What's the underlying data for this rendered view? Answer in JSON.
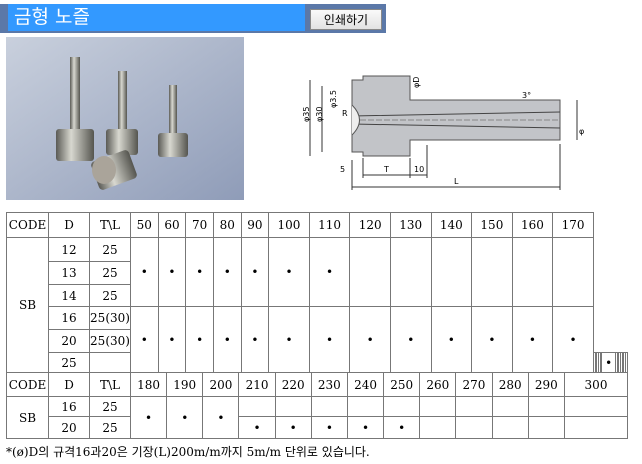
{
  "header": {
    "title": "금형 노즐",
    "print_label": "인쇄하기"
  },
  "drawing": {
    "dims": [
      "φ35",
      "φ30",
      "φ3.5",
      "R",
      "φD",
      "3°",
      "5",
      "T",
      "10",
      "L",
      "φ"
    ]
  },
  "table1": {
    "headers": [
      "CODE",
      "D",
      "T\\L",
      "50",
      "60",
      "70",
      "80",
      "90",
      "100",
      "110",
      "120",
      "130",
      "140",
      "150",
      "160",
      "170"
    ],
    "code": "SB",
    "rows": [
      {
        "d": "12",
        "t": "25"
      },
      {
        "d": "13",
        "t": "25"
      },
      {
        "d": "14",
        "t": "25"
      },
      {
        "d": "16",
        "t": "25(30)"
      },
      {
        "d": "20",
        "t": "25(30)"
      },
      {
        "d": "25",
        "t": ""
      }
    ],
    "group1_available": [
      true,
      true,
      true,
      true,
      true,
      true,
      true,
      false,
      false,
      false,
      false,
      false,
      false
    ],
    "group2_available": [
      true,
      true,
      true,
      true,
      true,
      true,
      true,
      true,
      true,
      true,
      true,
      true,
      true
    ],
    "row25_available": [
      false,
      false,
      false,
      false,
      false,
      true,
      false,
      false,
      false,
      false,
      false,
      false,
      false
    ],
    "mark": "•"
  },
  "table2": {
    "headers": [
      "CODE",
      "D",
      "T\\L",
      "180",
      "190",
      "200",
      "210",
      "220",
      "230",
      "240",
      "250",
      "260",
      "270",
      "280",
      "290",
      "300"
    ],
    "code": "SB",
    "rows": [
      {
        "d": "16",
        "t": "25"
      },
      {
        "d": "20",
        "t": "25"
      }
    ],
    "shared_available": [
      true,
      true,
      true
    ],
    "row20_available": [
      true,
      true,
      true,
      true,
      true,
      false,
      false,
      false,
      false,
      false
    ],
    "mark": "•"
  },
  "footnote": "*(ø)D의 규격16과20은 기장(L)200m/m까지 5m/m 단위로 있습니다."
}
